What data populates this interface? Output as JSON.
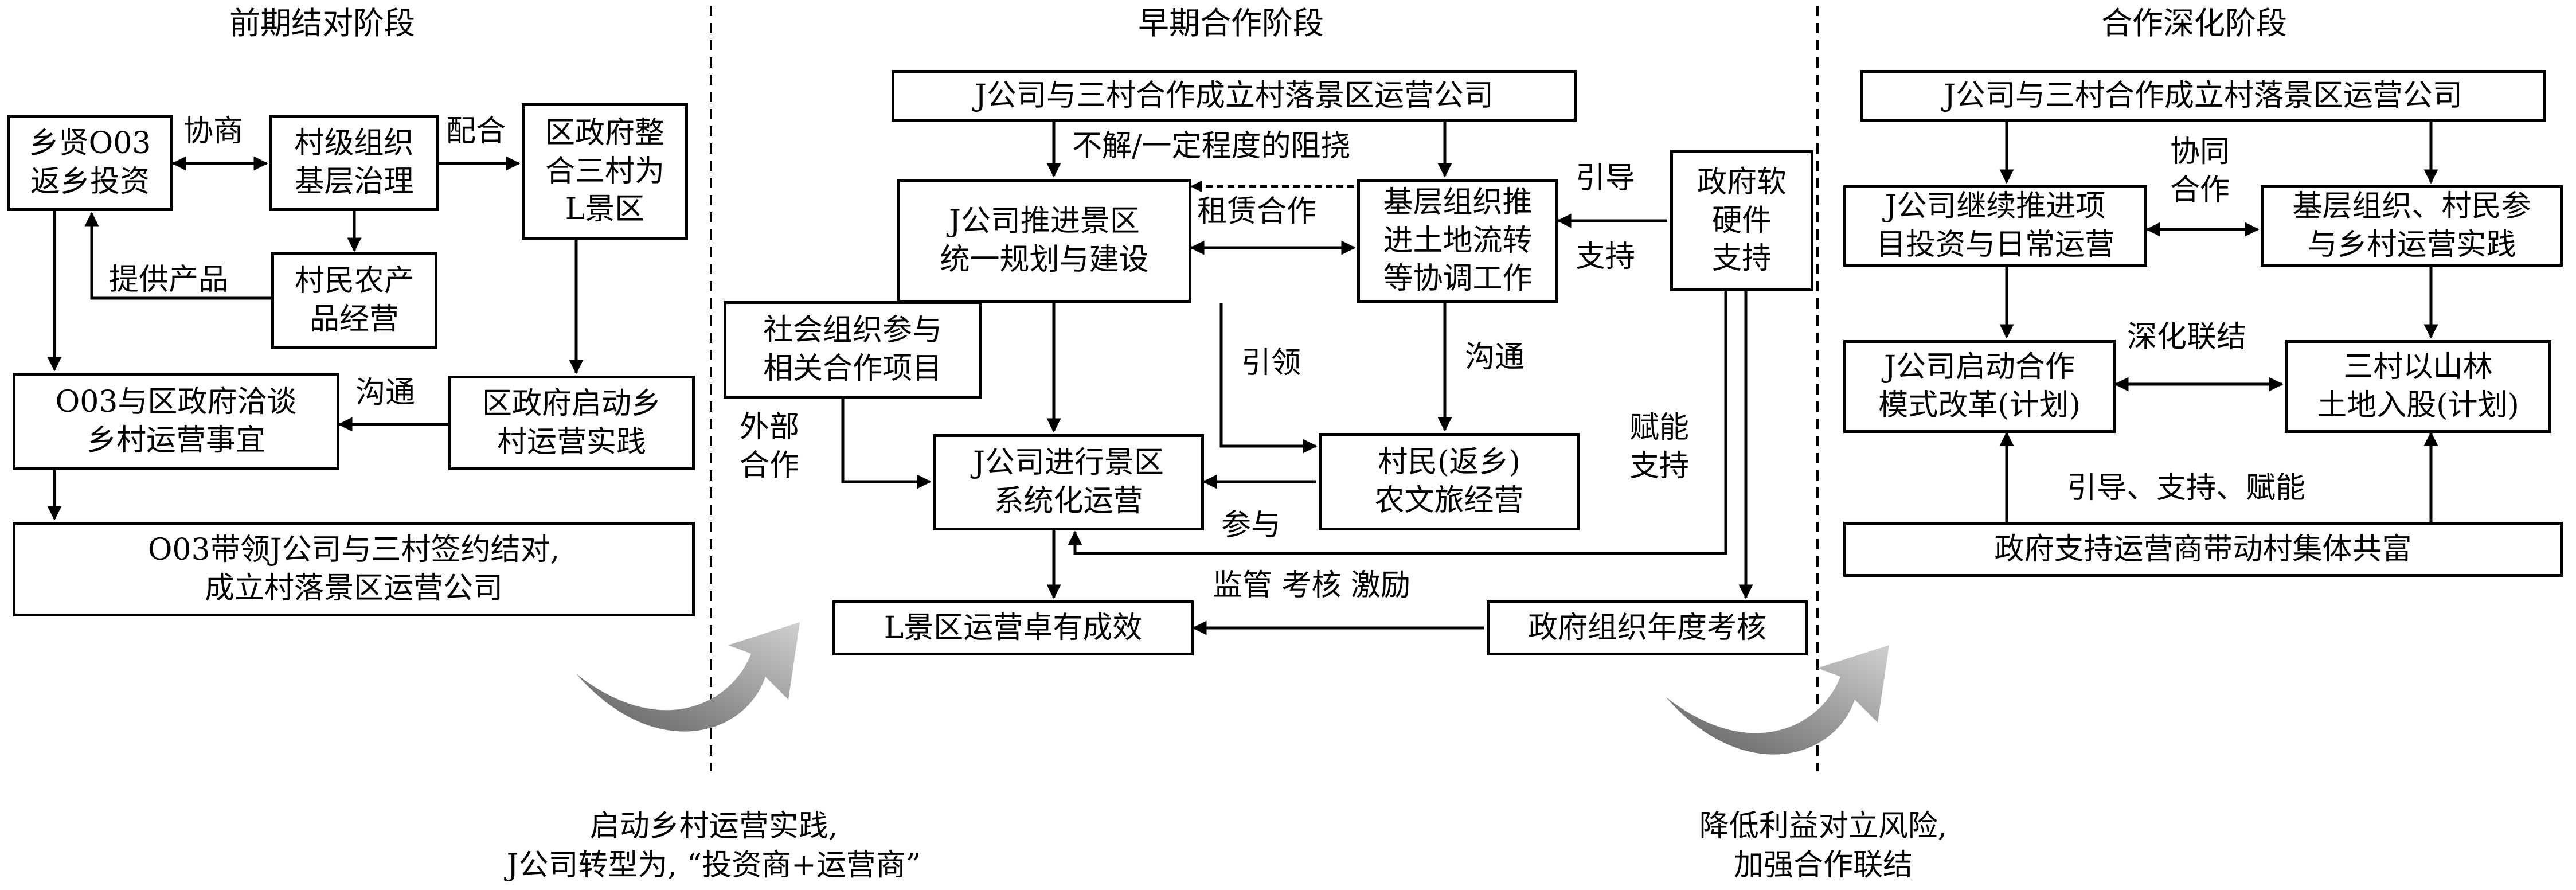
{
  "stages": {
    "s1": "前期结对阶段",
    "s2": "早期合作阶段",
    "s3": "合作深化阶段"
  },
  "stage1": {
    "box_returnee": "乡贤O03\n返乡投资",
    "box_village_org": "村级组织\n基层治理",
    "box_district_gov": "区政府整\n合三村为\nL景区",
    "box_villager_products": "村民农产\n品经营",
    "box_o03_talks": "O03与区政府洽谈\n乡村运营事宜",
    "box_district_launch": "区政府启动乡\n村运营实践",
    "box_o03_lead": "O03带领J公司与三村签约结对,\n成立村落景区运营公司",
    "lbl_negotiate": "协商",
    "lbl_cooperate": "配合",
    "lbl_products": "提供产品",
    "lbl_communicate": "沟通"
  },
  "stage2": {
    "box_company_setup": "J公司与三村合作成立村落景区运营公司",
    "box_j_plan": "J公司推进景区\n统一规划与建设",
    "box_grassroots": "基层组织推\n进土地流转\n等协调工作",
    "box_gov_support": "政府软\n硬件\n支持",
    "box_social_org": "社会组织参与\n相关合作项目",
    "box_j_ops": "J公司进行景区\n系统化运营",
    "box_villager_ops": "村民(返乡)\n农文旅经营",
    "box_l_success": "L景区运营卓有成效",
    "box_gov_assess": "政府组织年度考核",
    "lbl_resist": "不解/一定程度的阻挠",
    "lbl_lease": "租赁合作",
    "lbl_guide": "引导",
    "lbl_support": "支持",
    "lbl_lead": "引领",
    "lbl_communicate": "沟通",
    "lbl_external": "外部\n合作",
    "lbl_empower": "赋能\n支持",
    "lbl_participate": "参与",
    "lbl_supervise": "监管  考核  激励"
  },
  "stage3": {
    "box_company_setup": "J公司与三村合作成立村落景区运营公司",
    "box_j_continue": "J公司继续推进项\n目投资与日常运营",
    "box_grassroots_villagers": "基层组织、村民参\n与乡村运营实践",
    "box_j_reform": "J公司启动合作\n模式改革(计划)",
    "box_three_villages": "三村以山林\n土地入股(计划)",
    "box_gov_common": "政府支持运营商带动村集体共富",
    "lbl_jointly": "协同\n合作",
    "lbl_deepen": "深化联结",
    "lbl_guide_support": "引导、支持、赋能"
  },
  "transitions": {
    "t1": "启动乡村运营实践,\nJ公司转型为, “投资商+运营商”",
    "t2": "降低利益对立风险,\n加强合作联结"
  },
  "colors": {
    "line": "#000000",
    "curved_arrow_dark": "#6e6e6e",
    "curved_arrow_light": "#c9c9c9"
  }
}
